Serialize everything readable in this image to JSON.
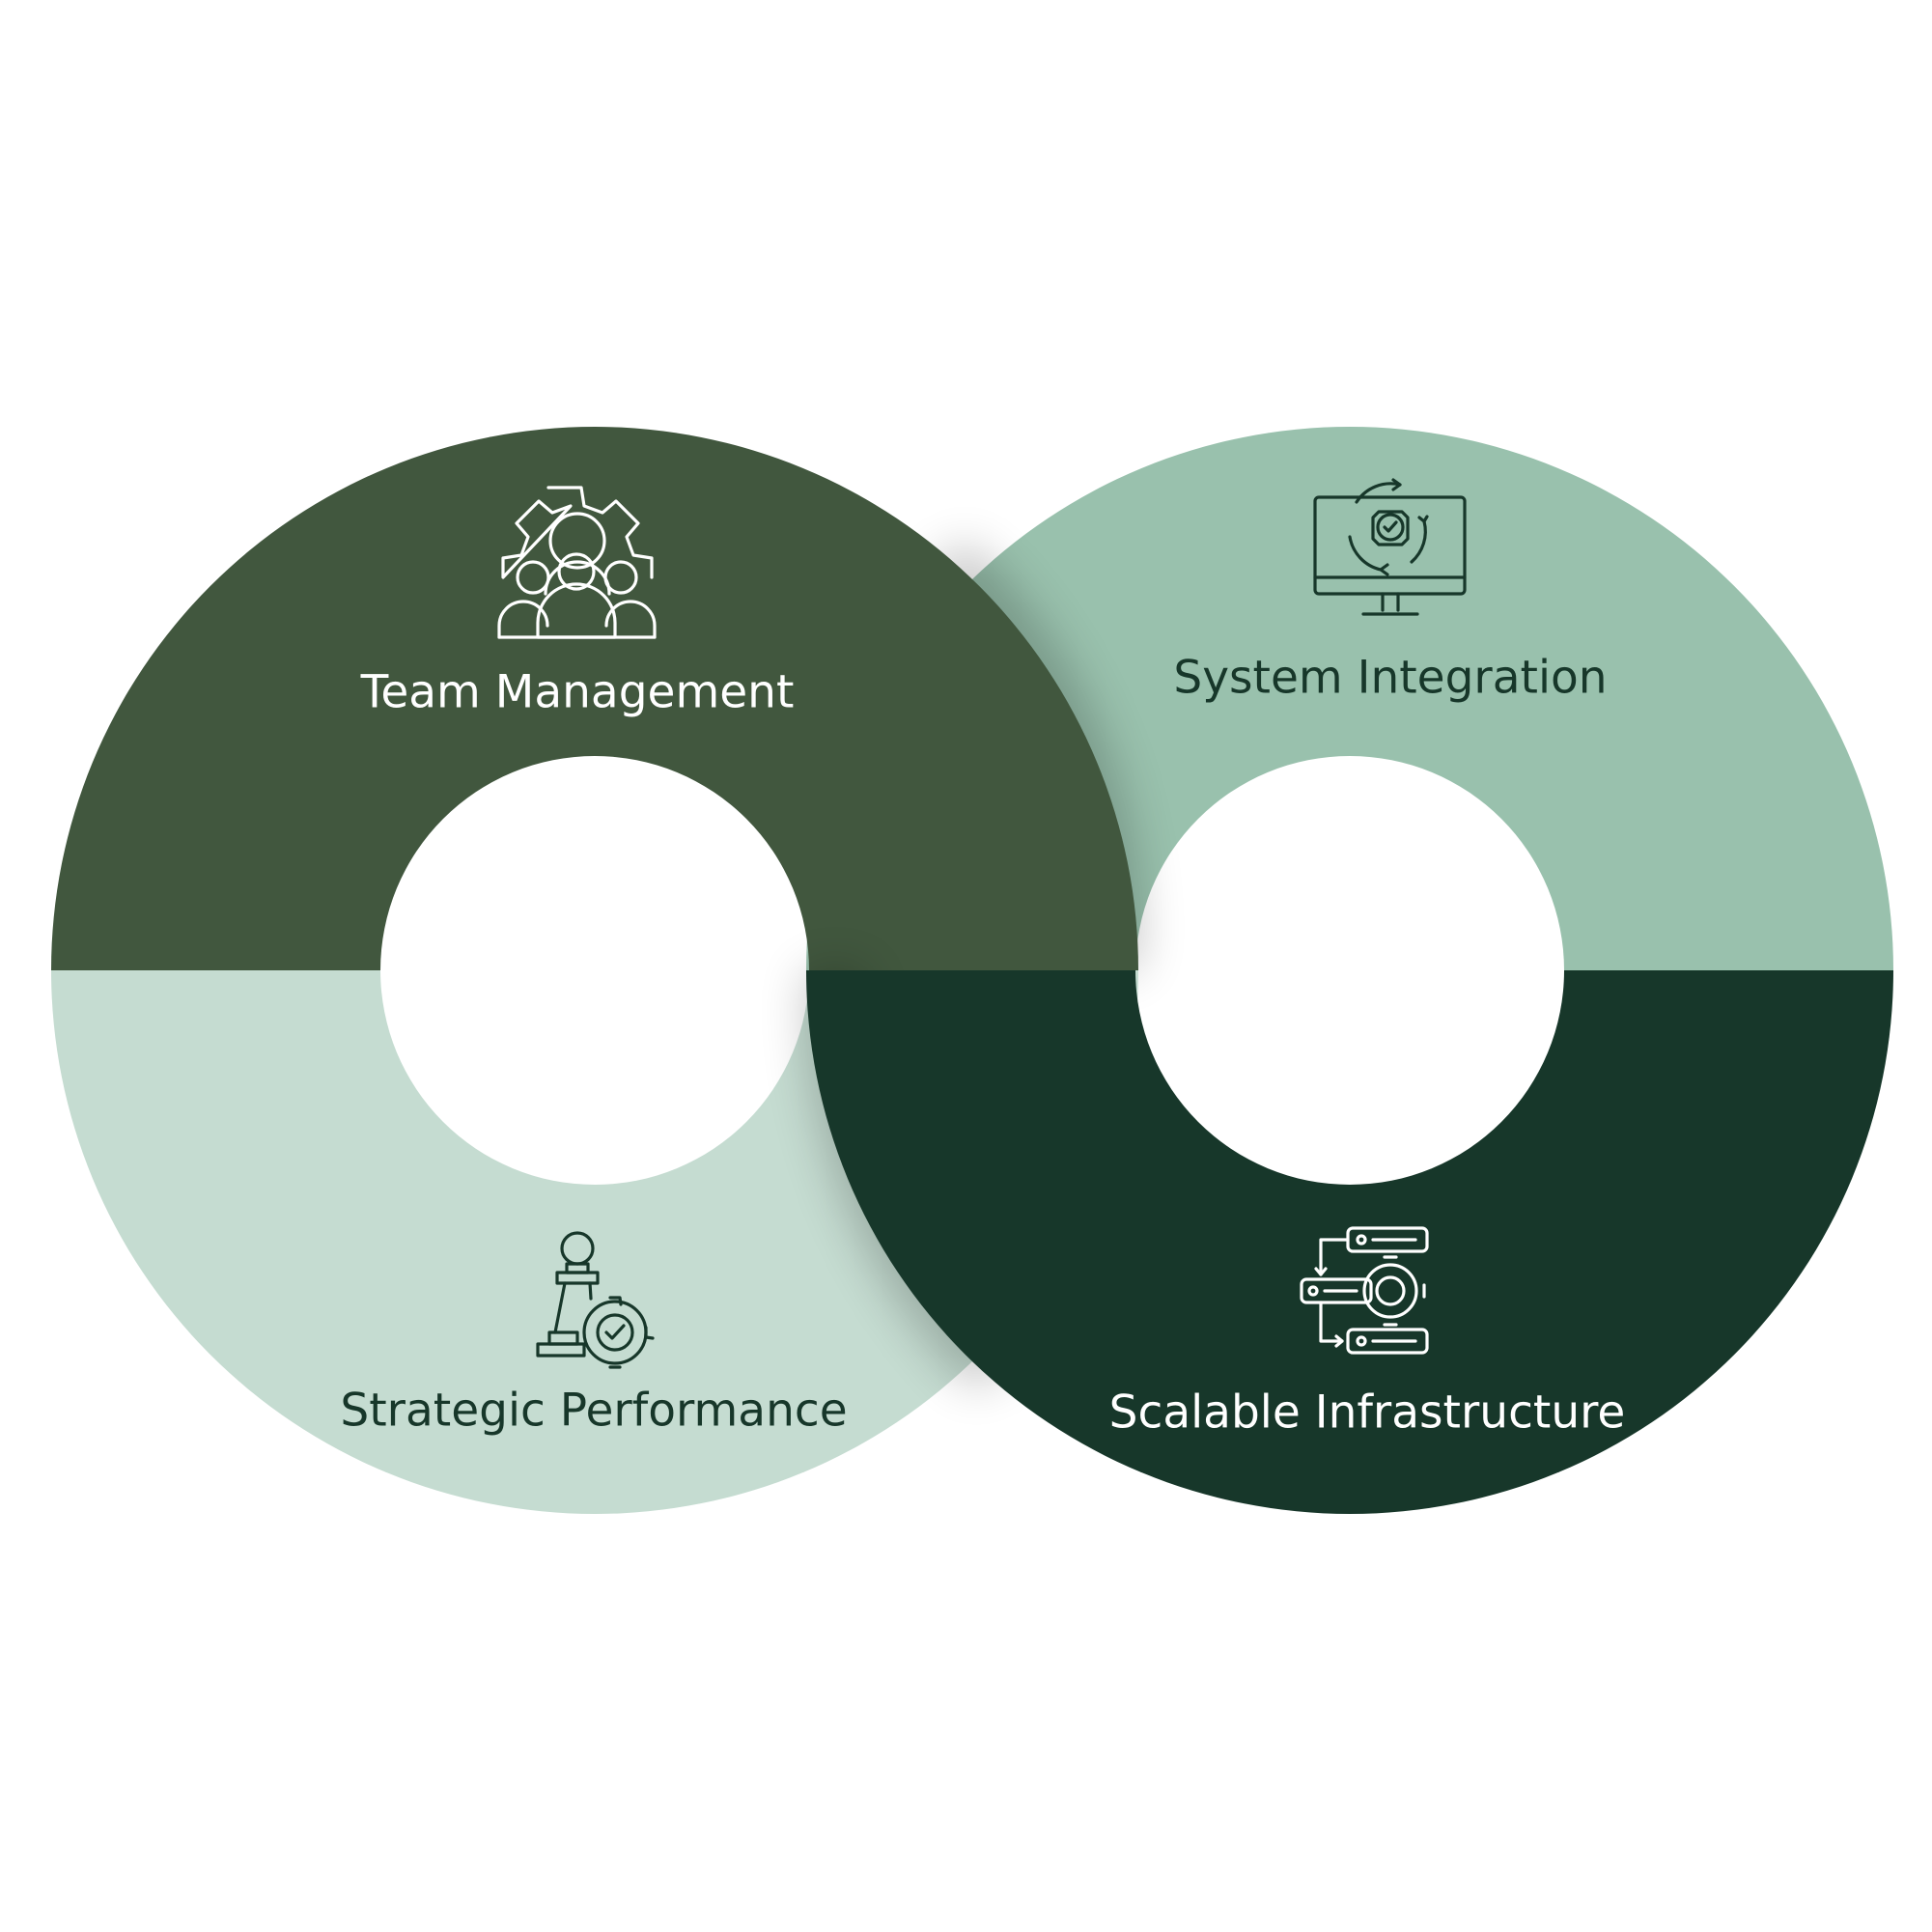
{
  "colors": {
    "background": "#ffffff",
    "team_management": "#41573e",
    "system_integration": "#99c1ad",
    "strategic_performance": "#c5dcd1",
    "scalable_infrastructure": "#17372a",
    "light_text": "#ffffff",
    "dark_text": "#17372a"
  },
  "segments": [
    {
      "id": "team-management",
      "label": "Team Management",
      "icon": "team-gear-icon"
    },
    {
      "id": "system-integration",
      "label": "System Integration",
      "icon": "monitor-sync-icon"
    },
    {
      "id": "strategic-performance",
      "label": "Strategic Performance",
      "icon": "chess-pawn-gear-icon"
    },
    {
      "id": "scalable-infrastructure",
      "label": "Scalable Infrastructure",
      "icon": "server-gear-flow-icon"
    }
  ]
}
